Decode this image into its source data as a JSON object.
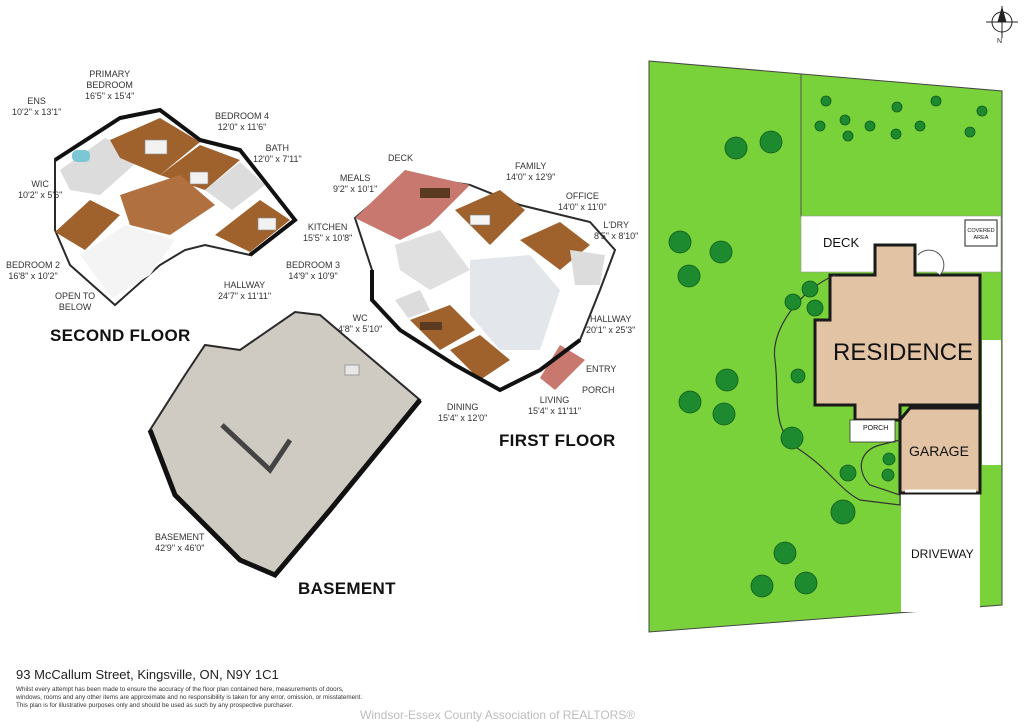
{
  "second_floor": {
    "title": "SECOND FLOOR",
    "rooms": [
      {
        "name": "PRIMARY",
        "name2": "BEDROOM",
        "dims": "16'5\" x 15'4\""
      },
      {
        "name": "ENS",
        "dims": "10'2\" x 13'1\""
      },
      {
        "name": "BEDROOM 4",
        "dims": "12'0\" x 11'6\""
      },
      {
        "name": "BATH",
        "dims": "12'0\" x 7'11\""
      },
      {
        "name": "WIC",
        "dims": "10'2\" x 5'6\""
      },
      {
        "name": "BEDROOM 3",
        "dims": "14'9\" x 10'9\""
      },
      {
        "name": "BEDROOM 2",
        "dims": "16'8\" x 10'2\""
      },
      {
        "name": "HALLWAY",
        "dims": "24'7\" x 11'11\""
      },
      {
        "name": "OPEN TO",
        "name2": "BELOW"
      }
    ]
  },
  "first_floor": {
    "title": "FIRST FLOOR",
    "rooms": [
      {
        "name": "DECK"
      },
      {
        "name": "FAMILY",
        "dims": "14'0\" x 12'9\""
      },
      {
        "name": "MEALS",
        "dims": "9'2\" x 10'1\""
      },
      {
        "name": "OFFICE",
        "dims": "14'0\" x 11'0\""
      },
      {
        "name": "KITCHEN",
        "dims": "15'5\" x 10'8\""
      },
      {
        "name": "L'DRY",
        "dims": "8'5\" x 8'10\""
      },
      {
        "name": "WC",
        "dims": "4'8\" x 5'10\""
      },
      {
        "name": "HALLWAY",
        "dims": "20'1\" x 25'3\""
      },
      {
        "name": "ENTRY"
      },
      {
        "name": "PORCH"
      },
      {
        "name": "LIVING",
        "dims": "15'4\" x 11'11\""
      },
      {
        "name": "DINING",
        "dims": "15'4\" x 12'0\""
      }
    ]
  },
  "basement": {
    "title": "BASEMENT",
    "rooms": [
      {
        "name": "BASEMENT",
        "dims": "42'9\" x 46'0\""
      }
    ]
  },
  "site_plan": {
    "deck": "DECK",
    "covered_area": [
      "COVERED",
      "AREA"
    ],
    "residence": "RESIDENCE",
    "porch": "PORCH",
    "garage": "GARAGE",
    "driveway": "DRIVEWAY",
    "north": "N",
    "colors": {
      "grass": "#7ad23a",
      "tree": "#1e8a2f",
      "residence": "#e2c3a4",
      "paving": "#ffffff"
    }
  },
  "footer": {
    "address": "93 McCallum Street, Kingsville, ON, N9Y 1C1",
    "disclaimer": [
      "Whilst every attempt has been made to ensure the accuracy of the floor plan contained here, measurements of doors,",
      "windows, rooms and any other items are approximate and no responsibility is taken for any error, omission, or misstatement.",
      "This plan is for illustrative purposes only and should be used as such by any prospective purchaser."
    ],
    "watermark": "Windsor-Essex County Association of REALTORS®"
  },
  "colors": {
    "wood": "#a0622d",
    "tile": "#d9d9d9",
    "concrete": "#cfcbc2",
    "deck": "#c8786e",
    "wall": "#2a2a2a"
  }
}
